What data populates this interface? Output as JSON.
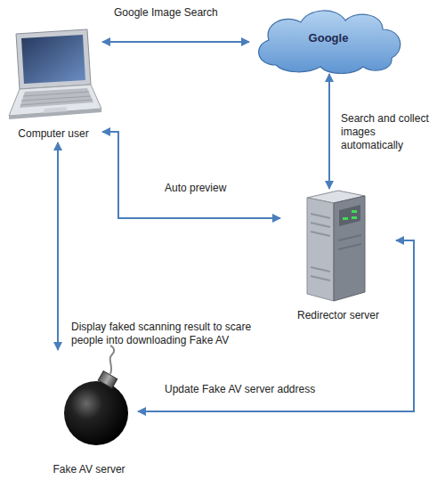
{
  "diagram": {
    "nodes": [
      {
        "text": [
          "Computer user"
        ]
      },
      {
        "text": [
          "Google"
        ]
      },
      {
        "text": [
          "Redirector server"
        ]
      },
      {
        "text": [
          "Fake AV server"
        ]
      }
    ],
    "edges": [
      {
        "from": 0,
        "to": 1,
        "arrow": "both",
        "label": "Google Image Search"
      },
      {
        "from": 1,
        "to": 2,
        "arrow": "both",
        "label": "Search and collect images automatically"
      },
      {
        "from": 0,
        "to": 2,
        "arrow": "both",
        "label": "Auto preview"
      },
      {
        "from": 0,
        "to": 3,
        "arrow": "both",
        "label": "Display faked scanning result to scare people into downloading Fake AV"
      },
      {
        "from": 2,
        "to": 3,
        "arrow": "both",
        "label": "Update Fake AV server address"
      }
    ]
  }
}
